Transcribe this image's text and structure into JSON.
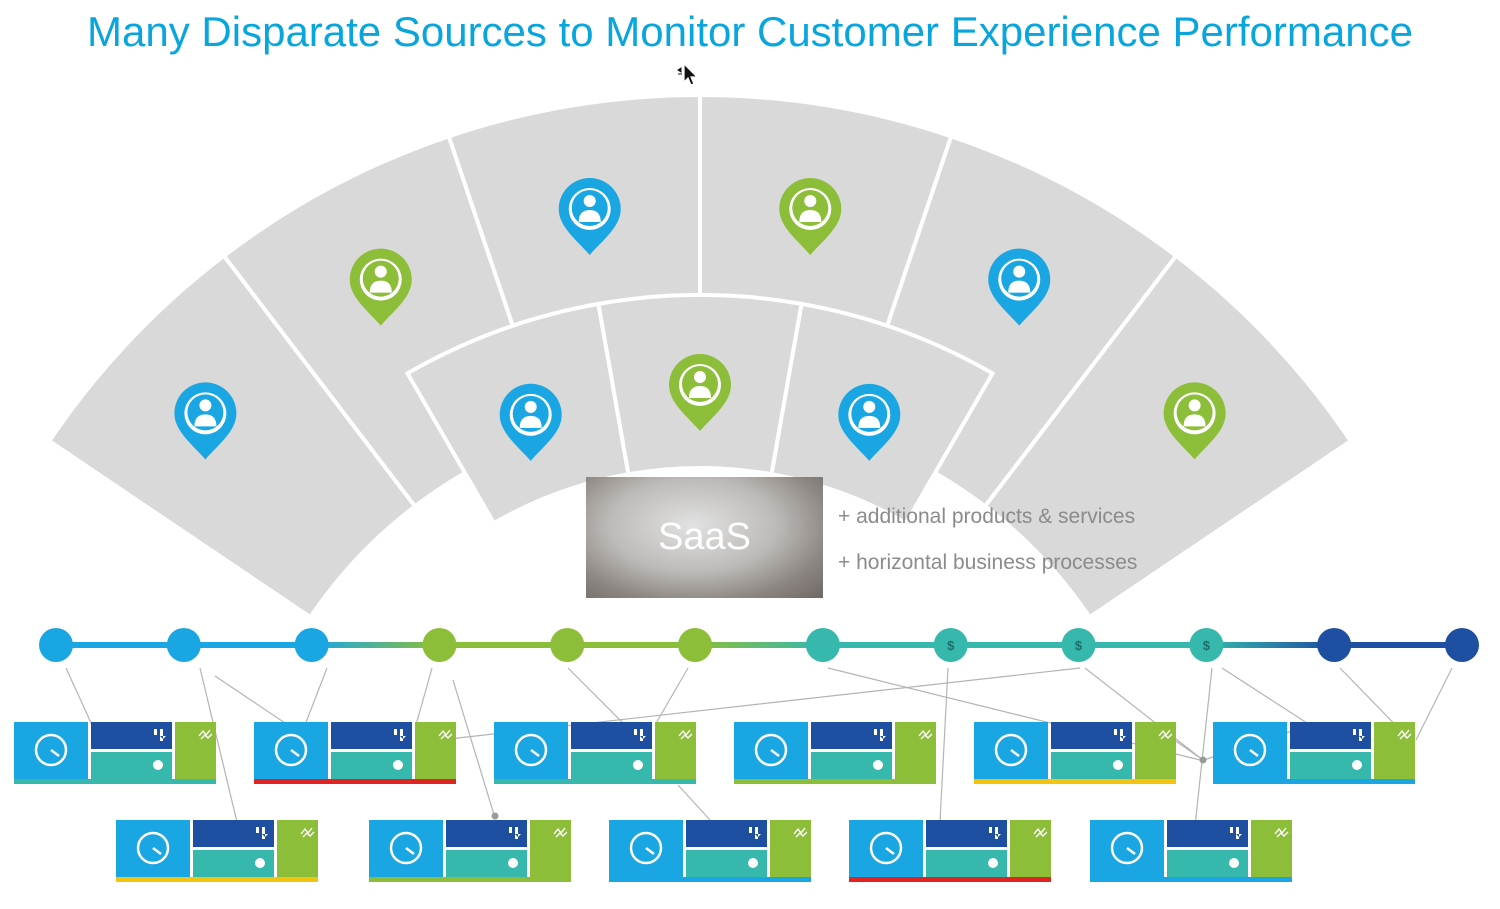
{
  "title": "Many Disparate Sources to Monitor Customer Experience Performance",
  "saas": {
    "label": "SaaS",
    "notes": [
      "+ additional products & services",
      "+ horizontal business processes"
    ]
  },
  "colors": {
    "title": "#09a6de",
    "blue": "#1aa6e3",
    "green": "#8cbe3a",
    "teal": "#36b8ad",
    "navy": "#1e4fa0",
    "panel": "#d9d9d9",
    "note": "#8b8b8b"
  },
  "segments": {
    "outer": [
      "customer-blue",
      "customer-green",
      "customer-blue",
      "customer-green",
      "customer-blue",
      "customer-green"
    ],
    "inner": [
      "customer-blue",
      "customer-green",
      "customer-blue"
    ]
  },
  "timeline": {
    "nodes": [
      {
        "color": "blue",
        "icon": ""
      },
      {
        "color": "blue",
        "icon": ""
      },
      {
        "color": "blue",
        "icon": ""
      },
      {
        "color": "green",
        "icon": ""
      },
      {
        "color": "green",
        "icon": ""
      },
      {
        "color": "green",
        "icon": ""
      },
      {
        "color": "teal",
        "icon": ""
      },
      {
        "color": "teal",
        "icon": "$"
      },
      {
        "color": "teal",
        "icon": "$"
      },
      {
        "color": "teal",
        "icon": "$"
      },
      {
        "color": "navy",
        "icon": ""
      },
      {
        "color": "navy",
        "icon": ""
      }
    ]
  },
  "widgets": {
    "row1_accents": [
      "teal",
      "red",
      "teal",
      "green",
      "yellow",
      "blue"
    ],
    "row2_accents": [
      "yellow",
      "green",
      "blue",
      "red",
      "blue"
    ]
  }
}
